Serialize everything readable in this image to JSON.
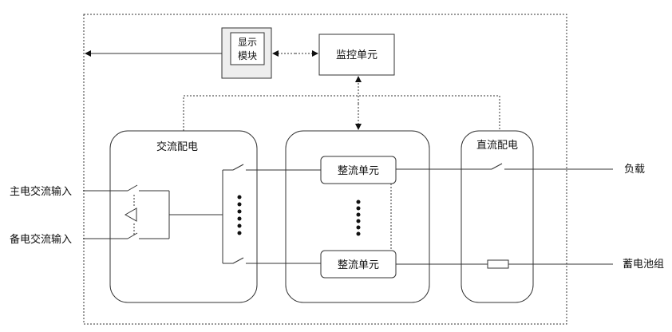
{
  "labels": {
    "display_module_line1": "显示",
    "display_module_line2": "模块",
    "monitor_unit": "监控单元",
    "ac_distribution": "交流配电",
    "rectifier_cluster_top": "整流单元",
    "rectifier_cluster_bottom": "整流单元",
    "dc_distribution": "直流配电",
    "main_ac_input": "主电交流输入",
    "backup_ac_input": "备电交流输入",
    "load": "负载",
    "battery_pack": "蓄电池组"
  },
  "colors": {
    "line": "#333333",
    "text": "#111111",
    "display_fill": "#eeeeee"
  }
}
